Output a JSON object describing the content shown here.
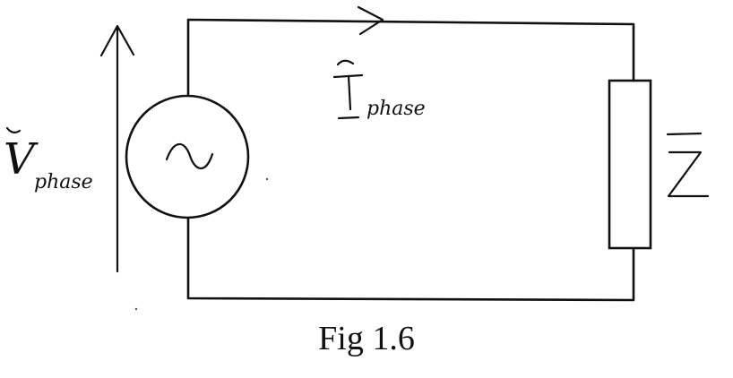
{
  "diagram": {
    "voltage_label": {
      "symbol": "V",
      "subscript": "phase"
    },
    "current_label": {
      "symbol": "I",
      "subscript": "phase"
    },
    "impedance_label": "Z",
    "source_symbol": "~"
  },
  "caption": "Fig 1.6"
}
